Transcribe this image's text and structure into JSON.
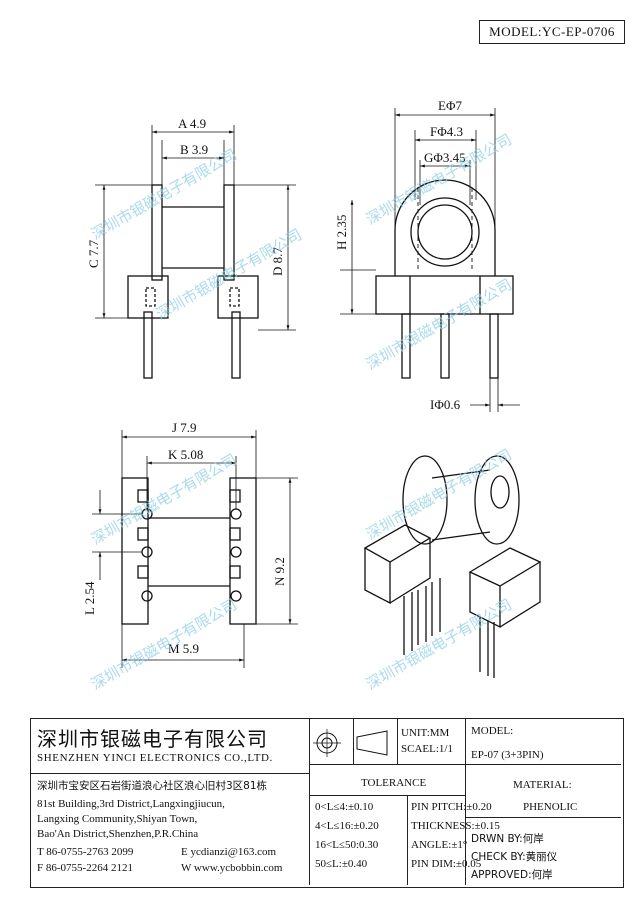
{
  "header": {
    "model_label": "MODEL:YC-EP-0706"
  },
  "dimensions": {
    "A": "A 4.9",
    "B": "B 3.9",
    "C": "C 7.7",
    "D": "D 8.7",
    "E": "EΦ7",
    "F": "FΦ4.3",
    "G": "GΦ3.45",
    "H": "H 2.35",
    "I": "IΦ0.6",
    "J": "J 7.9",
    "K": "K 5.08",
    "L": "L 2.54",
    "M": "M 5.9",
    "N": "N 9.2"
  },
  "watermark": {
    "text": "深圳市银磁电子有限公司"
  },
  "title_block": {
    "company_cn": "深圳市银磁电子有限公司",
    "company_en": "SHENZHEN YINCI ELECTRONICS CO.,LTD.",
    "address_cn": "深圳市宝安区石岩街道浪心社区浪心旧村3区81栋",
    "address_en_1": "81st Building,3rd District,Langxingjiucun,",
    "address_en_2": "Langxing Community,Shiyan Town,",
    "address_en_3": "Bao'An District,Shenzhen,P.R.China",
    "tel": "T 86-0755-2763 2099",
    "fax": "F 86-0755-2264 2121",
    "email": "E ycdianzi@163.com",
    "web": "W www.ycbobbin.com",
    "unit": "UNIT:MM",
    "scale": "SCAEL:1/1",
    "model_label": "MODEL:",
    "model_value": "EP-07 (3+3PIN)",
    "tolerance_title": "TOLERANCE",
    "tol_rows": [
      "0<L≤4:±0.10",
      "4<L≤16:±0.20",
      "16<L≤50:0.30",
      "50≤L:±0.40"
    ],
    "tol_rows_2": [
      "PIN PITCH:±0.20",
      "THICKNESS:±0.15",
      "ANGLE:±1°",
      "PIN DIM:±0.05"
    ],
    "material_label": "MATERIAL:",
    "material_value": "PHENOLIC",
    "drawn_by": "DRWN BY:何岸",
    "check_by": "CHECK BY:黄丽仪",
    "approved": "APPROVED:何岸"
  }
}
